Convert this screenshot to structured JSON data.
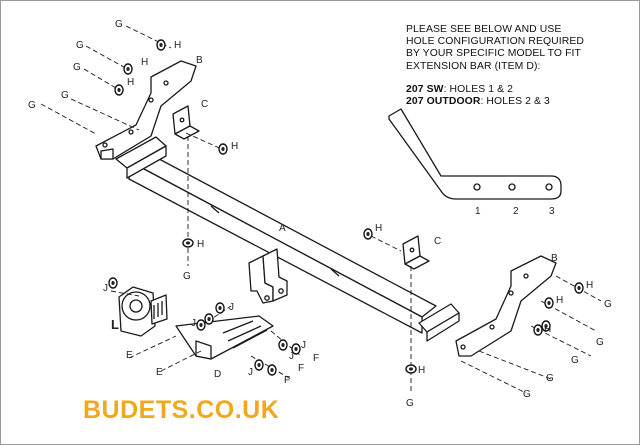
{
  "instructions": {
    "line1": "PLEASE SEE BELOW AND USE",
    "line2": "HOLE CONFIGURATION REQUIRED",
    "line3": "BY YOUR SPECIFIC MODEL TO FIT",
    "line4": "EXTENSION BAR (ITEM D):",
    "model1_name": "207 SW",
    "model1_holes": ": HOLES 1 & 2",
    "model2_name": "207 OUTDOOR",
    "model2_holes": ": HOLES 2 & 3"
  },
  "hole_labels": [
    "1",
    "2",
    "3"
  ],
  "part_labels": {
    "A": "A",
    "B": "B",
    "C": "C",
    "D": "D",
    "E": "E",
    "F": "F",
    "G": "G",
    "H": "H",
    "J": "J",
    "L": "L"
  },
  "watermark": "BUDETS.CO.UK",
  "colors": {
    "watermark": "#f0a81e",
    "line": "#1a1a1a"
  }
}
